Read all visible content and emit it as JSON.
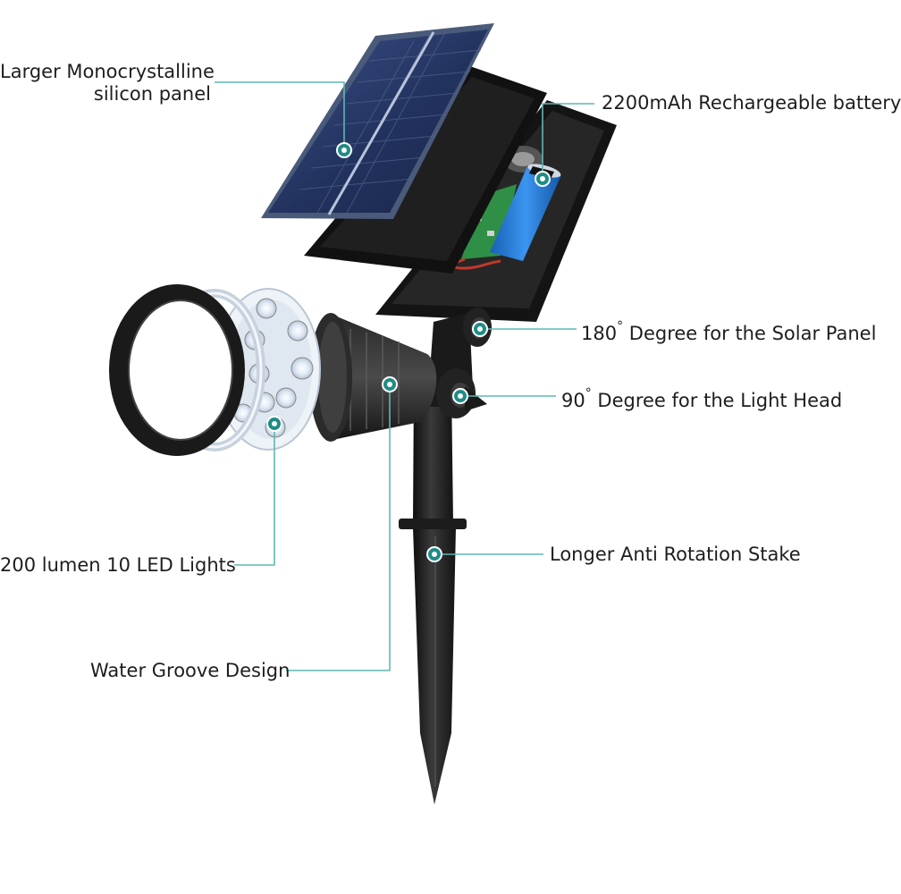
{
  "colors": {
    "callout_line": "#5fb7b2",
    "callout_dot": "#1f8c86",
    "text": "#1e1e1e",
    "solar_cell": "#22325e",
    "housing": "#1b1b1b",
    "battery": "#1e78d8",
    "pcb": "#2f8f46"
  },
  "callouts": {
    "panel_line1": "Larger Monocrystalline",
    "panel_line2": "silicon panel",
    "battery": "2200mAh Rechargeable battery",
    "solar_angle_num": "180",
    "solar_angle_text": "Degree for the Solar Panel",
    "head_angle_num": "90",
    "head_angle_text": "Degree for the Light Head",
    "led": "200 lumen 10 LED Lights",
    "stake": "Longer Anti Rotation Stake",
    "groove": "Water Groove Design",
    "degree_symbol": "°"
  }
}
